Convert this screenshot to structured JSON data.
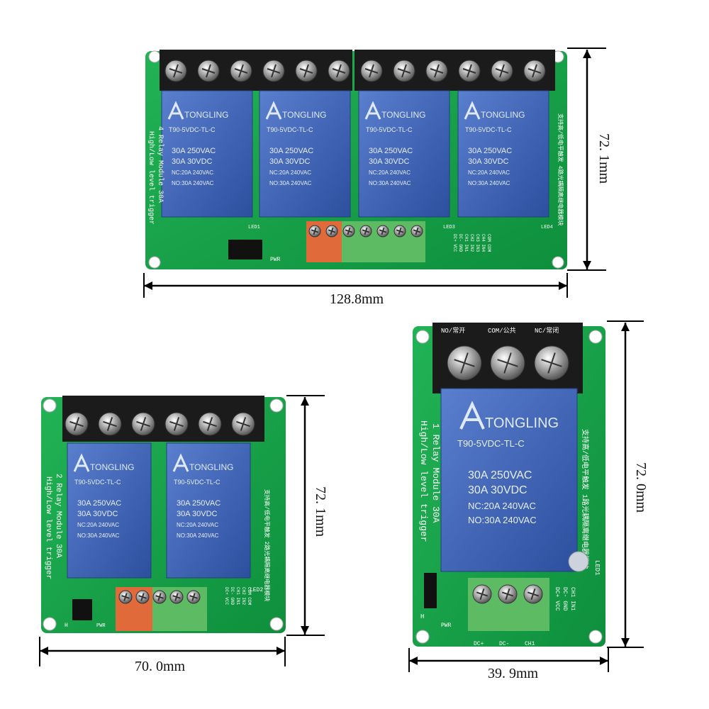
{
  "brand": "TONGLING",
  "relay_model": "T90-5VDC-TL-C",
  "ratings": [
    "30A 250VAC",
    "30A 30VDC",
    "NC:20A 240VAC",
    "NO:30A 240VAC"
  ],
  "boards": {
    "four": {
      "dimension_width": "128.8mm",
      "dimension_height": "72. 1mm",
      "side_label": "4 Relay Module 30A",
      "side_label_top": "High/Low level trigger",
      "chinese_label": "支持高/低电平触发 4路光耦隔离继电器模块",
      "input_labels": [
        "DC+ VCC",
        "DC- GND",
        "CH1 IN1",
        "CH2 IN2",
        "CH3 IN3",
        "CH4 IN4",
        "COM COM"
      ],
      "led_labels": [
        "LED1",
        "LED3",
        "LED4"
      ],
      "pwr": "PWR"
    },
    "two": {
      "dimension_width": "70. 0mm",
      "dimension_height": "72. 1mm",
      "side_label": "2 Relay Module 30A",
      "side_label_top": "High/Low level trigger",
      "chinese_label": "支持高/低电平触发 2路光耦隔离继电器模块",
      "input_labels": [
        "DC+ VCC",
        "DC- GND",
        "CH1 IN1",
        "CH2 IN2",
        "COM COM"
      ],
      "led_label": "LED2",
      "jumper_label": "H",
      "pwr": "PWR"
    },
    "one": {
      "dimension_width": "39. 9mm",
      "dimension_height": "72. 0mm",
      "side_label": "1 Relay Module 30A",
      "side_label_top": "High/Low level trigger",
      "chinese_label": "支持高/低电平触发 1路光耦隔离继电器模块",
      "input_labels": [
        "DC+ VCC",
        "DC- GND",
        "CH1 IN1"
      ],
      "top_terminal_labels": [
        "NO/常开",
        "COM/公共",
        "NC/常闭"
      ],
      "bottom_terminal_labels": [
        "DC+",
        "DC-",
        "CH1"
      ],
      "led_label": "LED1",
      "jumper_label": "H",
      "pwr": "PWR"
    }
  },
  "colors": {
    "pcb": "#16a34a",
    "relay": "#3d63b8",
    "terminal": "#1a1a1a",
    "green_terminal": "#5dbb63",
    "orange_terminal": "#e06a3a"
  }
}
